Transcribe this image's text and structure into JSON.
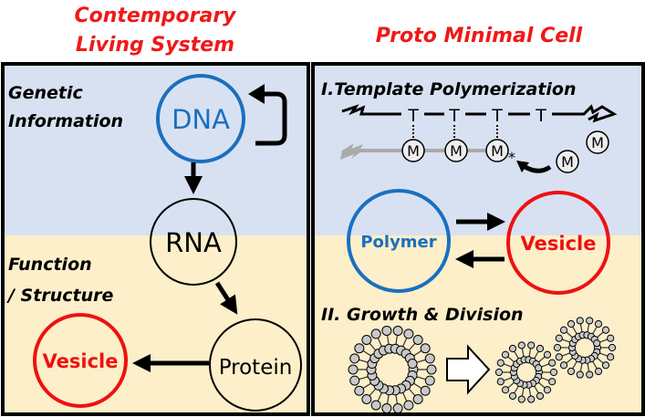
{
  "titles": {
    "left_line1": "Contemporary",
    "left_line2": "Living System",
    "right": "Proto Minimal Cell"
  },
  "left_panel": {
    "genetic_line1": "Genetic",
    "genetic_line2": "Information",
    "function_line1": "Function",
    "function_line2": "/ Structure",
    "dna": "DNA",
    "rna": "RNA",
    "protein": "Protein",
    "vesicle": "Vesicle"
  },
  "right_panel": {
    "section1": "I.Template Polymerization",
    "template_unit": "T",
    "monomer": "M",
    "active_marker": "*",
    "polymer": "Polymer",
    "vesicle": "Vesicle",
    "section2": "II. Growth & Division"
  },
  "colors": {
    "genetic_bg": "#d8e1f1",
    "function_bg": "#fcefc9",
    "title_red": "#f01818",
    "blue": "#1a6fc0",
    "red": "#ee1111",
    "lipid_gray": "#c8c8c8"
  }
}
